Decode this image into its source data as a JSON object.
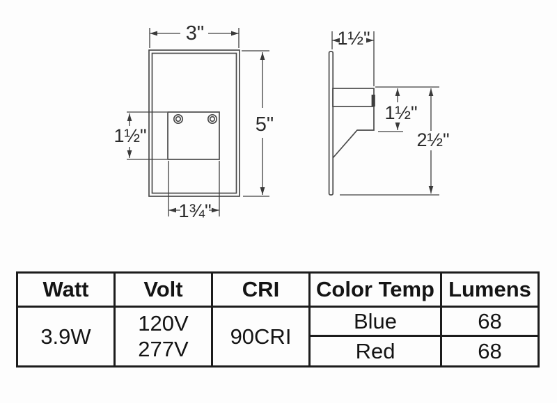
{
  "drawing": {
    "front_view": {
      "width_label": "3\"",
      "height_label": "5\"",
      "faceplate_height_label": "1½\"",
      "faceplate_width_label": "1¾\""
    },
    "side_view": {
      "depth_label": "1½\"",
      "housing_height_label": "1½\"",
      "overall_height_label": "2½\""
    }
  },
  "spec_table": {
    "headers": [
      "Watt",
      "Volt",
      "CRI",
      "Color Temp",
      "Lumens"
    ],
    "watt": "3.9W",
    "volt": [
      "120V",
      "277V"
    ],
    "cri": "90CRI",
    "rows": [
      {
        "color_temp": "Blue",
        "lumens": "68"
      },
      {
        "color_temp": "Red",
        "lumens": "68"
      }
    ]
  },
  "colors": {
    "line_art": "#4a4a4a",
    "table_border": "#1c1c1c",
    "text": "#141414",
    "background": "#fdfdfd"
  }
}
